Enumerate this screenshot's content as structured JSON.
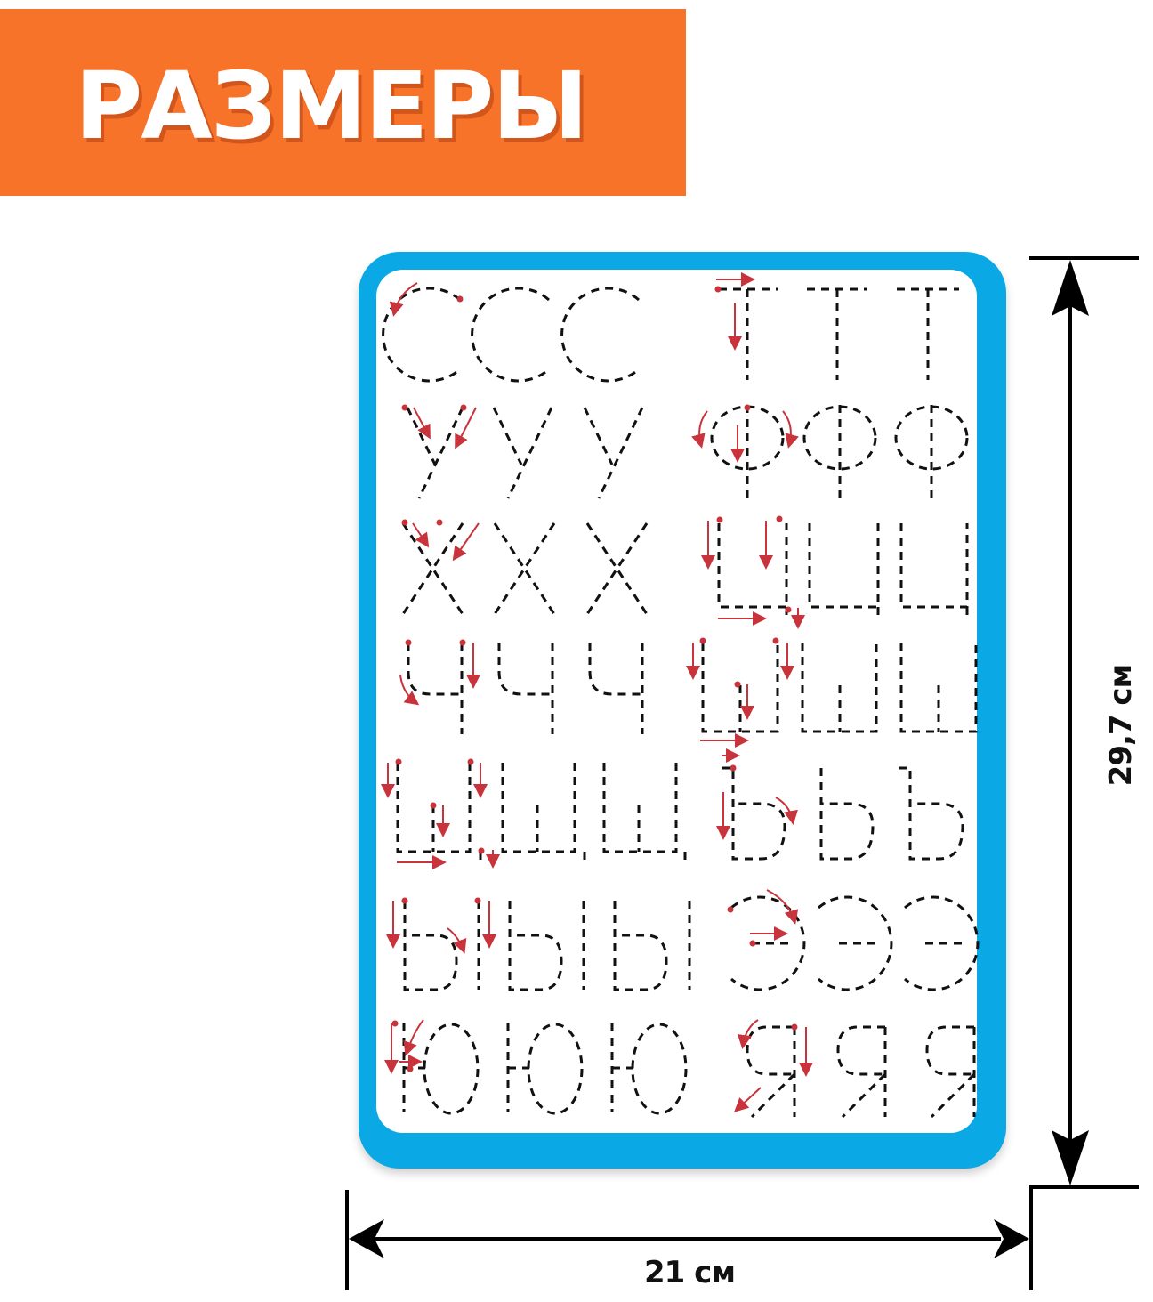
{
  "banner": {
    "title": "РАЗМЕРЫ",
    "background_color": "#f8732a",
    "text_color": "#ffffff"
  },
  "worksheet": {
    "frame_color": "#0aa9e6",
    "guide_color": "#c8333c",
    "rows": [
      {
        "left": [
          "С",
          "С",
          "С"
        ],
        "right": [
          "Т",
          "Т",
          "Т"
        ]
      },
      {
        "left": [
          "У",
          "У",
          "У"
        ],
        "right": [
          "Ф",
          "Ф",
          "Ф"
        ]
      },
      {
        "left": [
          "Х",
          "Х",
          "Х"
        ],
        "right": [
          "Ц",
          "Ц",
          "Ц"
        ]
      },
      {
        "left": [
          "Ч",
          "Ч",
          "Ч"
        ],
        "right": [
          "Ш",
          "Ш",
          "Ш"
        ]
      },
      {
        "left": [
          "Щ",
          "Щ",
          "Щ"
        ],
        "right": [
          "Ъ",
          "Ъ",
          "Ъ"
        ]
      },
      {
        "left": [
          "Ы",
          "Ы",
          "Ы"
        ],
        "right": [
          "Э",
          "Э",
          "Э"
        ]
      },
      {
        "left": [
          "Ю",
          "Ю",
          "Ю"
        ],
        "right": [
          "Я",
          "Я",
          "Я"
        ]
      }
    ]
  },
  "dimensions": {
    "width_label": "21 см",
    "height_label": "29,7 см"
  }
}
